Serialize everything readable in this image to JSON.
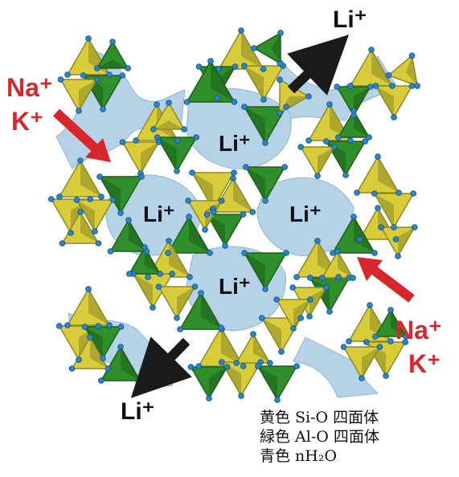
{
  "colors": {
    "si_tetrahedron": "#d8cc3a",
    "si_tetrahedron_dark": "#8e8a24",
    "al_tetrahedron": "#2f8f2a",
    "al_tetrahedron_dark": "#1d5e1a",
    "water_region": "#b5d2e6",
    "oxygen_atom": "#2a86c8",
    "label_red": "#d8262c",
    "arrow_black": "#1a1a1a"
  },
  "labels": {
    "cavity_top": "Li⁺",
    "cavity_left": "Li⁺",
    "cavity_right": "Li⁺",
    "cavity_bottom": "Li⁺",
    "arrow_out_top": "Li⁺",
    "arrow_out_bottom": "Li⁺",
    "ion_in_left_1": "Na⁺",
    "ion_in_left_2": "K⁺",
    "ion_in_right_1": "Na⁺",
    "ion_in_right_2": "K⁺"
  },
  "legend": {
    "line1": "黄色 Si-O 四面体",
    "line2": "緑色 Al-O 四面体",
    "line3": "青色 nH₂O"
  }
}
